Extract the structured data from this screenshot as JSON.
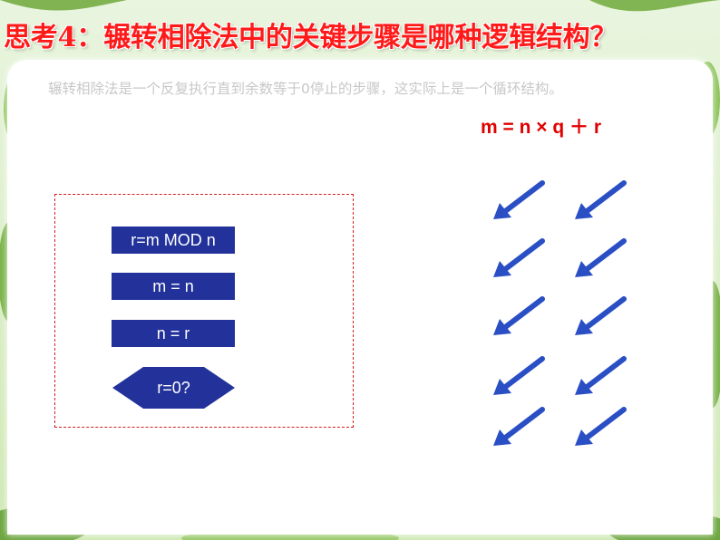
{
  "slide": {
    "title": "思考4：辗转相除法中的关键步骤是哪种逻辑结构？",
    "intro": "辗转相除法是一个反复执行直到余数等于0停止的步骤，这实际上是一个循环结构。",
    "formula": "m = n × q ＋ r"
  },
  "flowchart": {
    "steps": [
      {
        "label": "r=m MOD n"
      },
      {
        "label": "m = n"
      },
      {
        "label": "n = r"
      }
    ],
    "condition": "r=0?"
  },
  "arrows": {
    "count": 10,
    "color": "#2a4fc4",
    "direction": "down-left"
  },
  "colors": {
    "title": "#ff1a1a",
    "formula": "#e00000",
    "box_border": "#d42020",
    "step_fill": "#22329a",
    "intro_text": "#c8c8c8"
  }
}
